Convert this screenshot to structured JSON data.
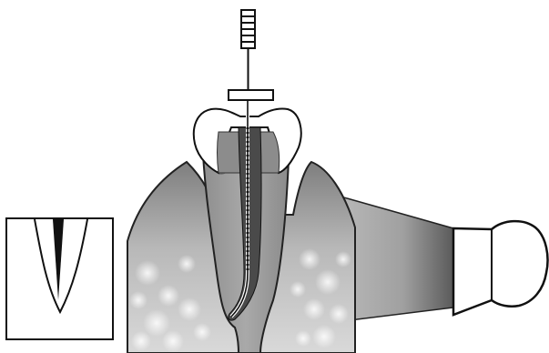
{
  "figure": {
    "kind": "dental-root-canal-illustration",
    "background_color": "#ffffff",
    "line_color": "#111111",
    "bone_color": "#8a8a8a",
    "canal_color": "#6d6d6d",
    "enamel_color": "#ffffff",
    "beam_color": "#a9a9a9",
    "parts": [
      "inset-apex-detail",
      "alveolar-bone",
      "tooth-root",
      "root-canal",
      "crown",
      "endodontic-file",
      "file-stopper",
      "file-handle",
      "xray-beam",
      "xray-tube-head"
    ]
  }
}
